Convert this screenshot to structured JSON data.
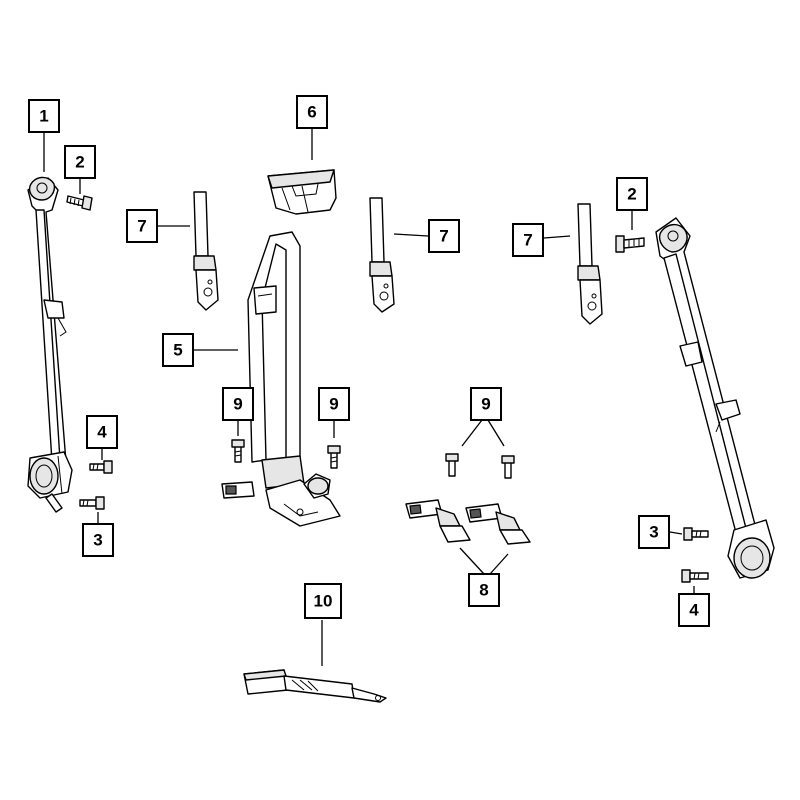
{
  "callouts": {
    "c1": "1",
    "c2_left": "2",
    "c2_right": "2",
    "c3_left": "3",
    "c3_right": "3",
    "c4_left": "4",
    "c4_right": "4",
    "c5": "5",
    "c6": "6",
    "c7_a": "7",
    "c7_b": "7",
    "c7_c": "7",
    "c8": "8",
    "c9_a": "9",
    "c9_b": "9",
    "c9_c": "9",
    "c10": "10"
  },
  "colors": {
    "line": "#000000",
    "background": "#ffffff",
    "shading": "#e6e6e6"
  }
}
